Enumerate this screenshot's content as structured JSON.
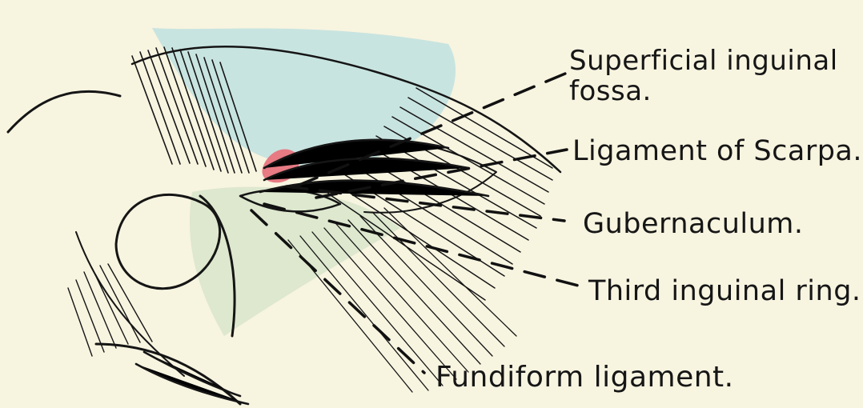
{
  "figure": {
    "labels": {
      "superficial_inguinal_fossa": "Superficial inguinal fossa.",
      "superficial_inguinal_fossa_line1": "Superficial inguinal",
      "superficial_inguinal_fossa_line2": "fossa.",
      "ligament_of_scarpa": "Ligament of Scarpa.",
      "gubernaculum": "Gubernaculum.",
      "third_inguinal_ring": "Third inguinal ring.",
      "fundiform_ligament": "Fundiform ligament."
    },
    "colors": {
      "paper": "#f7f4e0",
      "ink": "#161616",
      "wash_blue": "#b8dfe0",
      "wash_green": "#c9dfbf",
      "highlight_pink": "#e77a83"
    }
  }
}
